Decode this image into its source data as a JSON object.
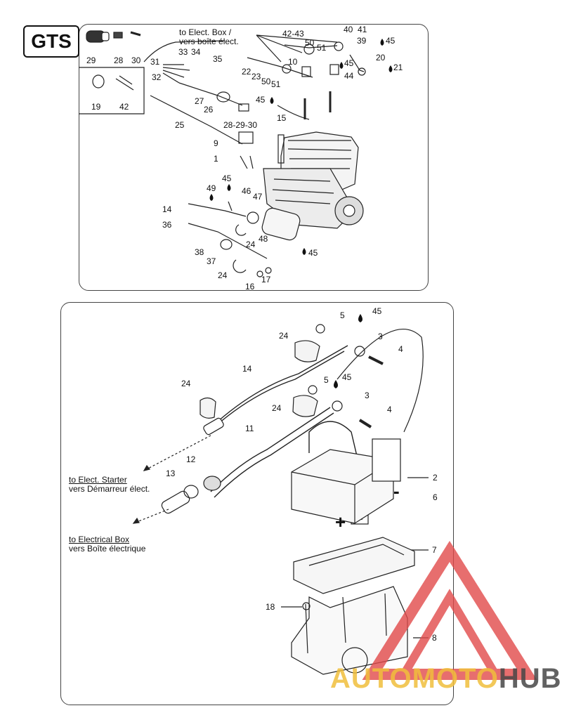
{
  "model_badge": "GTS",
  "top_labels": {
    "l29": "29",
    "l28": "28",
    "l30": "30",
    "l19": "19",
    "l42": "42",
    "l31": "31",
    "l33": "33",
    "l34": "34",
    "l35": "35",
    "l32": "32",
    "l25": "25",
    "l27": "27",
    "l26": "26",
    "l2829": "28-29-30",
    "l9": "9",
    "l1": "1",
    "l4243": "42-43",
    "l40": "40",
    "l41": "41",
    "l50a": "50",
    "l51a": "51",
    "l39": "39",
    "l45a": "45",
    "l20": "20",
    "l21": "21",
    "l22": "22",
    "l23": "23",
    "l50b": "50",
    "l51b": "51",
    "l10": "10",
    "l45b": "45",
    "l44": "44",
    "l45c": "45",
    "l15": "15",
    "l45d": "45",
    "l49": "49",
    "l46": "46",
    "l47": "47",
    "l14": "14",
    "l36": "36",
    "l48": "48",
    "l24a": "24",
    "l38": "38",
    "l37": "37",
    "l45e": "45",
    "l24b": "24",
    "l16": "16",
    "l17": "17"
  },
  "top_note": {
    "line1": "to Elect. Box /",
    "line2": "vers boîte élect."
  },
  "bottom_labels": {
    "l5a": "5",
    "l45f": "45",
    "l24c": "24",
    "l3a": "3",
    "l4a": "4",
    "l14b": "14",
    "l24d": "24",
    "l5b": "5",
    "l45g": "45",
    "l24e": "24",
    "l3b": "3",
    "l4b": "4",
    "l11": "11",
    "l2": "2",
    "l6": "6",
    "l12": "12",
    "l13": "13",
    "l7": "7",
    "l18": "18",
    "l8": "8"
  },
  "starter_note": {
    "line1": "to Elect. Starter",
    "line2": "vers Démarreur élect."
  },
  "ebox_note": {
    "line1": "to Electrical Box",
    "line2": "vers Boîte électrique"
  },
  "terminal_signs": {
    "minus": "-",
    "plus": "+"
  },
  "watermark": {
    "part1": "AUTOMOTO",
    "part2": "HUB"
  },
  "colors": {
    "line": "#222222",
    "watermark_red": "#e24a4a",
    "watermark_gold": "#f0be3c"
  }
}
